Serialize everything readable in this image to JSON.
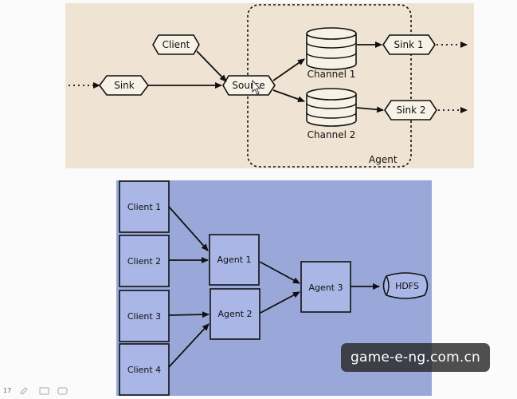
{
  "top_diagram": {
    "nodes": {
      "client": "Client",
      "sink_in": "Sink",
      "source": "Source",
      "channel1": "Channel 1",
      "channel2": "Channel 2",
      "sink1": "Sink 1",
      "sink2": "Sink 2",
      "agent": "Agent"
    },
    "background_color": "#efe4d3"
  },
  "bottom_diagram": {
    "nodes": {
      "client1": "Client 1",
      "client2": "Client 2",
      "client3": "Client 3",
      "client4": "Client 4",
      "agent1": "Agent 1",
      "agent2": "Agent 2",
      "agent3": "Agent 3",
      "hdfs": "HDFS"
    },
    "background_color": "#9aa8d9"
  },
  "watermark": "game-e-ng.com.cn",
  "footer": {
    "page_number": "17"
  }
}
